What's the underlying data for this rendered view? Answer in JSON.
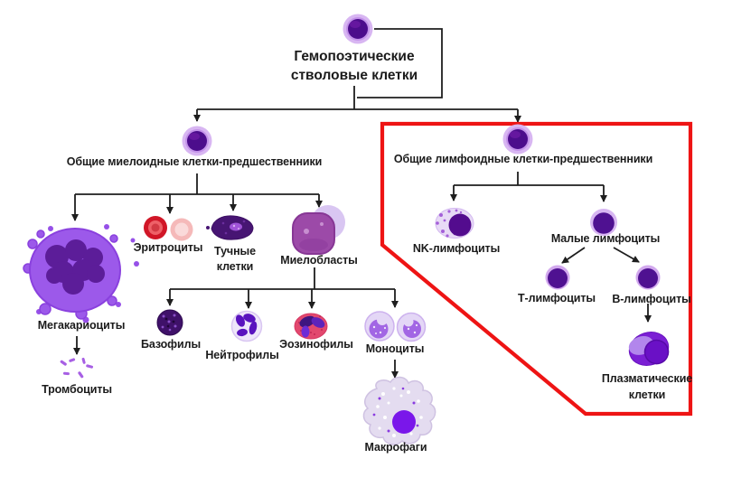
{
  "diagram": {
    "title": "Гемопоэтические стволовые клетки",
    "nodes": {
      "root": {
        "line1": "Гемопоэтические",
        "line2": "стволовые клетки",
        "icon": "stem-cell"
      },
      "myeloid": {
        "label": "Общие миелоидные клетки-предшественники",
        "icon": "progenitor-cell"
      },
      "lymphoid": {
        "label": "Общие лимфоидные клетки-предшественники",
        "icon": "progenitor-cell"
      },
      "megakaryocytes": {
        "label": "Мегакариоциты",
        "icon": "megakaryocyte-cell"
      },
      "platelets": {
        "label": "Тромбоциты",
        "icon": "platelet-fragments"
      },
      "erythrocytes": {
        "label": "Эритроциты",
        "icon": "red-blood-cells"
      },
      "mast_cells": {
        "line1": "Тучные",
        "line2": "клетки",
        "icon": "mast-cell"
      },
      "myeloblasts": {
        "label": "Миелобласты",
        "icon": "myeloblast-cell"
      },
      "basophils": {
        "label": "Базофилы",
        "icon": "basophil-cell"
      },
      "neutrophils": {
        "label": "Нейтрофилы",
        "icon": "neutrophil-cell"
      },
      "eosinophils": {
        "label": "Эозинофилы",
        "icon": "eosinophil-cell"
      },
      "monocytes": {
        "label": "Моноциты",
        "icon": "monocyte-cells"
      },
      "macrophages": {
        "label": "Макрофаги",
        "icon": "macrophage-cell"
      },
      "nk_cells": {
        "label": "NK-лимфоциты",
        "icon": "nk-lymphocyte-cell"
      },
      "small_lymphocytes": {
        "label": "Малые лимфоциты",
        "icon": "small-lymphocyte-cell"
      },
      "t_cells": {
        "label": "Т-лимфоциты",
        "icon": "t-lymphocyte-cell"
      },
      "b_cells": {
        "label": "В-лимфоциты",
        "icon": "b-lymphocyte-cell"
      },
      "plasma_cells": {
        "line1": "Плазматические",
        "line2": "клетки",
        "icon": "plasma-cell"
      }
    },
    "highlight": {
      "region": "lymphoid-lineage",
      "color": "#ee1414"
    },
    "colors": {
      "connector": "#1e1e1e",
      "nucleus_dark_purple": "#4c0d8c",
      "cell_halo_lavender": "#d8b6f2",
      "erythrocyte_red": "#d11627",
      "eosinophil_pink": "#e2486e",
      "text": "#1b1b1b"
    }
  }
}
